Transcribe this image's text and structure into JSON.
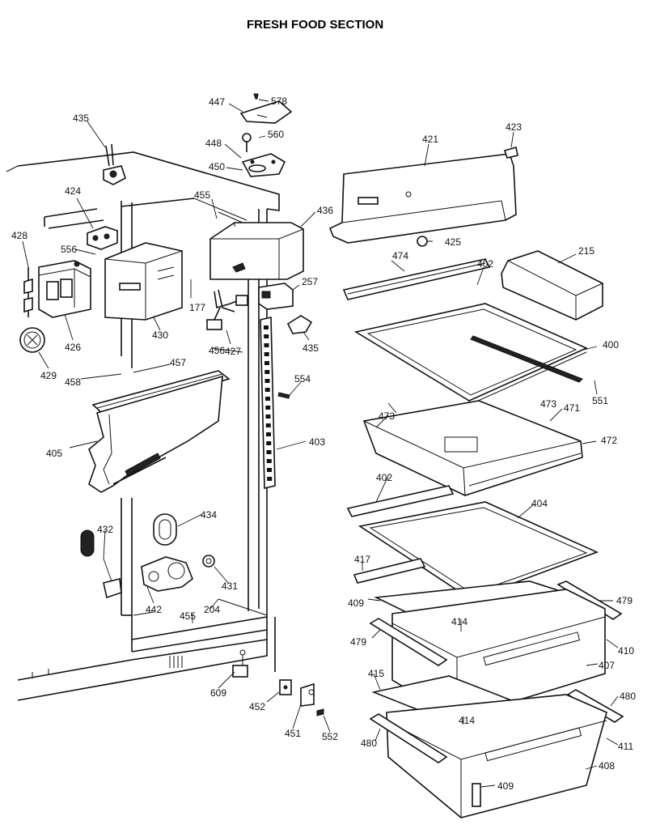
{
  "title": "FRESH FOOD SECTION",
  "part_labels": {
    "p447": "447",
    "p578": "578",
    "p560": "560",
    "p448": "448",
    "p450": "450",
    "p435a": "435",
    "p424": "424",
    "p455a": "455",
    "p436": "436",
    "p421": "421",
    "p423": "423",
    "p425": "425",
    "p474": "474",
    "p402a": "402",
    "p215": "215",
    "p428": "428",
    "p556": "556",
    "p257": "257",
    "p177": "177",
    "p430": "430",
    "p426": "426",
    "p427": "427",
    "p435b": "435",
    "p400": "400",
    "p429": "429",
    "p456": "456",
    "p457": "457",
    "p458": "458",
    "p554": "554",
    "p473a": "473",
    "p551": "551",
    "p471": "471",
    "p473b": "473",
    "p405": "405",
    "p403": "403",
    "p472": "472",
    "p402b": "402",
    "p404": "404",
    "p434": "434",
    "p432": "432",
    "p417": "417",
    "p431": "431",
    "p442": "442",
    "p204": "204",
    "p409a": "409",
    "p479a": "479",
    "p455b": "455",
    "p414a": "414",
    "p479b": "479",
    "p410": "410",
    "p407": "407",
    "p415": "415",
    "p609": "609",
    "p452": "452",
    "p480a": "480",
    "p414b": "414",
    "p451": "451",
    "p552": "552",
    "p480b": "480",
    "p411": "411",
    "p408": "408",
    "p409b": "409"
  }
}
